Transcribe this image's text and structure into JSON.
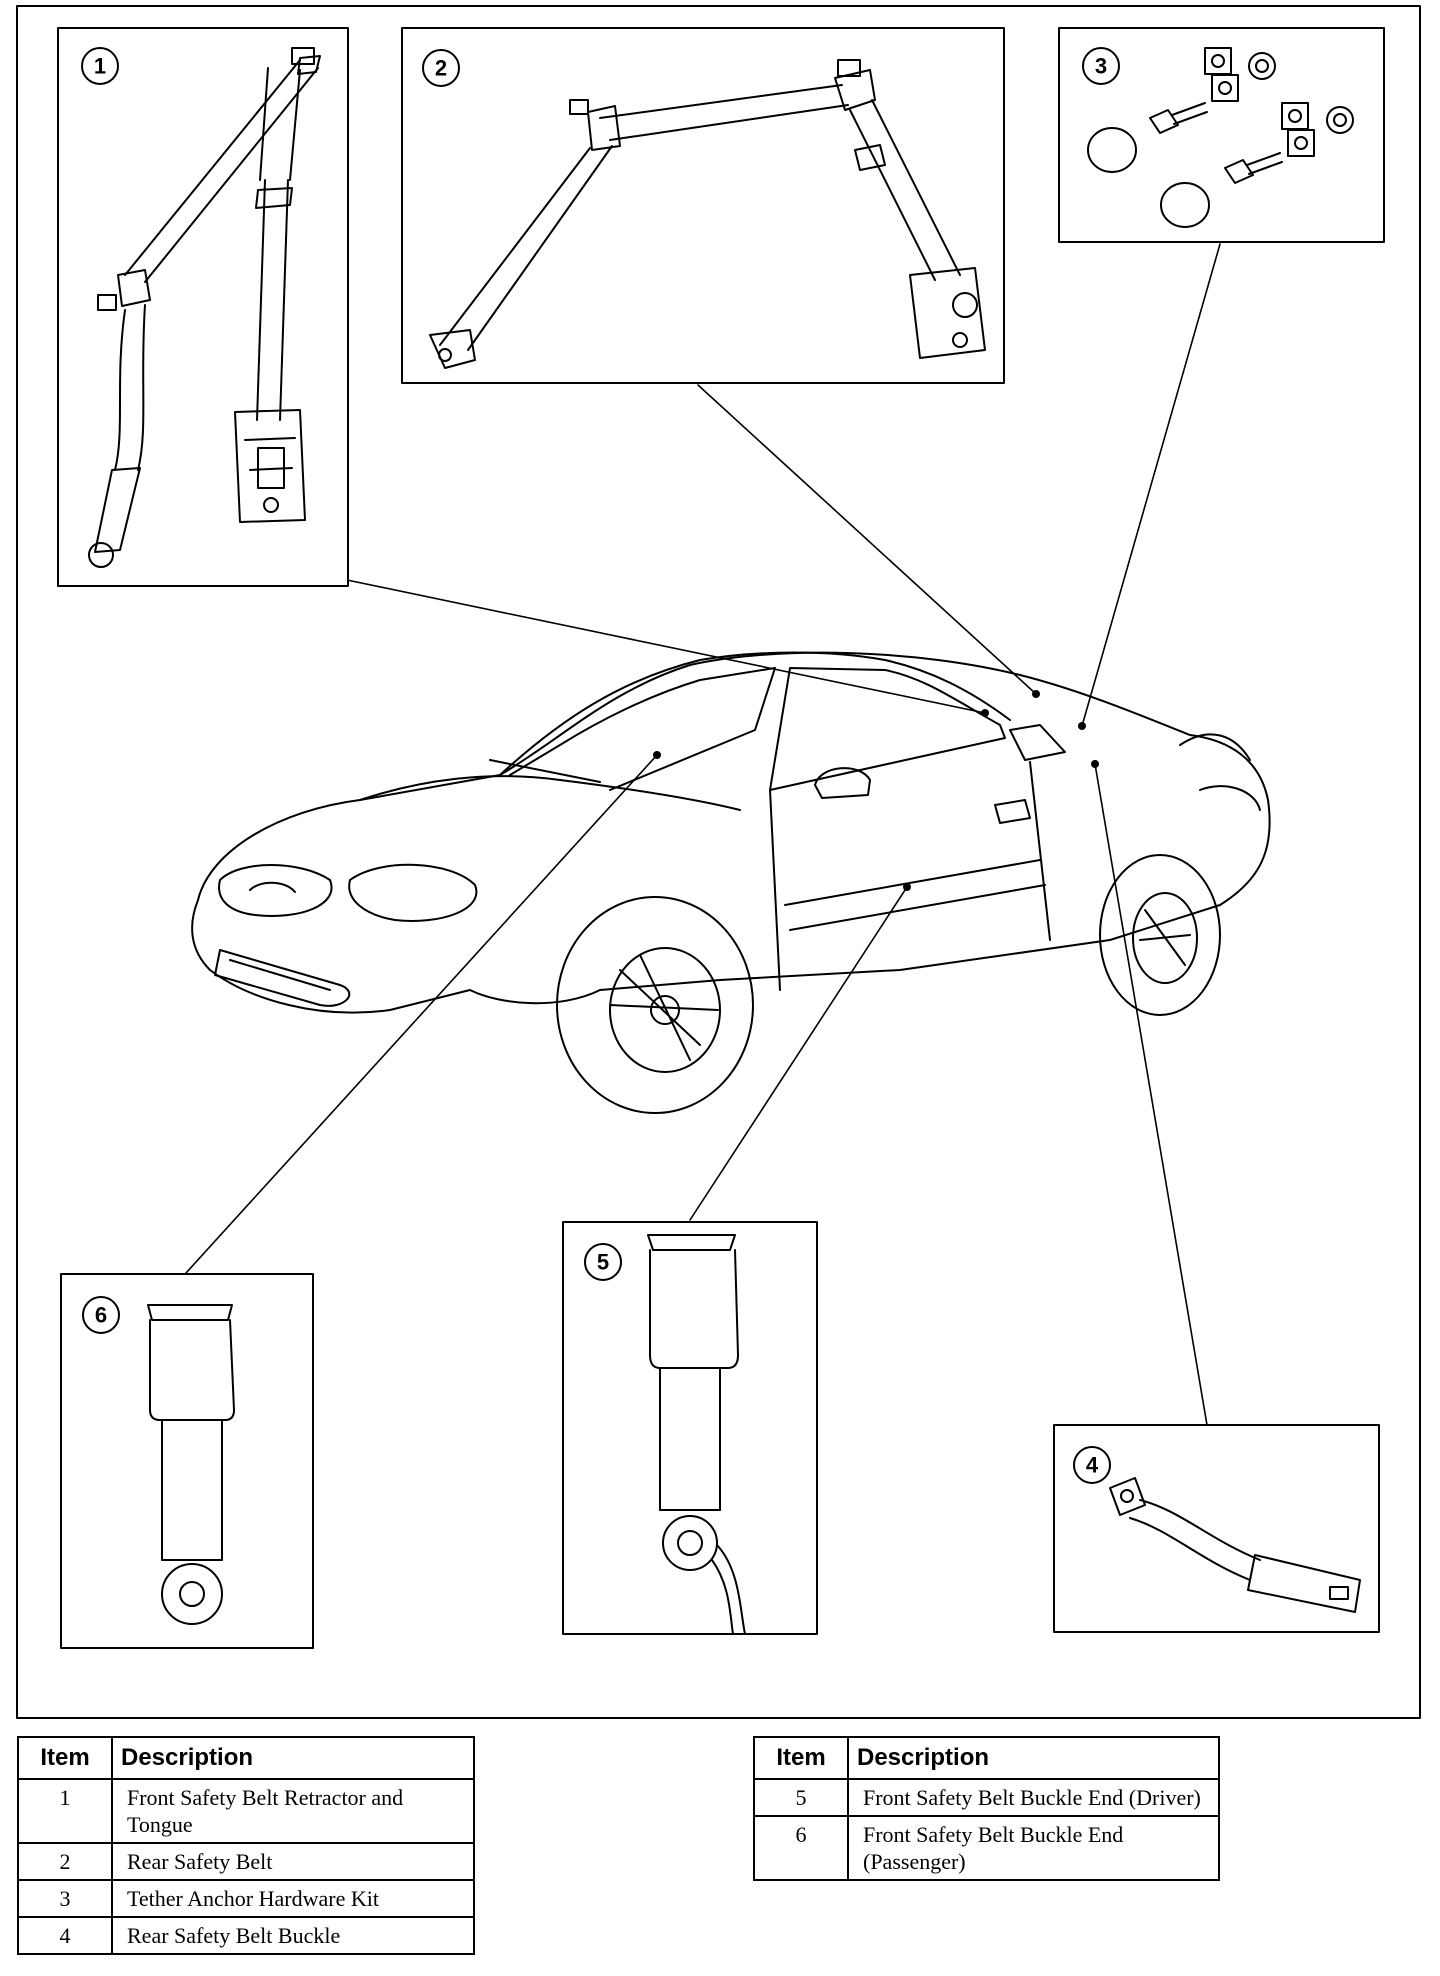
{
  "callouts": [
    {
      "number": "1"
    },
    {
      "number": "2"
    },
    {
      "number": "3"
    },
    {
      "number": "4"
    },
    {
      "number": "5"
    },
    {
      "number": "6"
    }
  ],
  "table_headers": {
    "item": "Item",
    "description": "Description"
  },
  "items_left": [
    {
      "item": "1",
      "description": "Front Safety Belt Retractor and Tongue"
    },
    {
      "item": "2",
      "description": "Rear Safety Belt"
    },
    {
      "item": "3",
      "description": "Tether Anchor Hardware Kit"
    },
    {
      "item": "4",
      "description": "Rear Safety Belt Buckle"
    }
  ],
  "items_right": [
    {
      "item": "5",
      "description": "Front Safety Belt Buckle End (Driver)"
    },
    {
      "item": "6",
      "description": "Front Safety Belt Buckle End (Passenger)"
    }
  ]
}
